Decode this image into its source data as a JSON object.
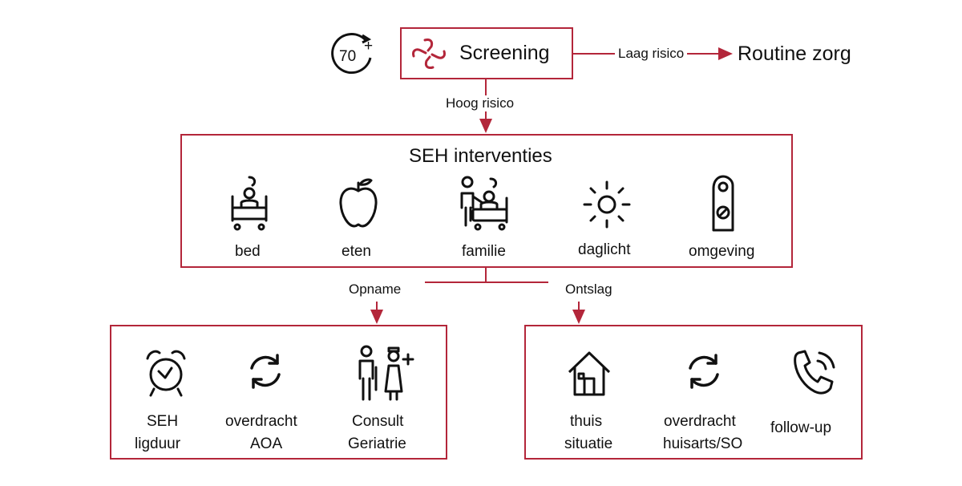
{
  "colors": {
    "accent": "#b3263a",
    "ink": "#111111"
  },
  "age_badge": {
    "icon": "age-70-plus-icon",
    "text": "70",
    "plus": "+"
  },
  "screening": {
    "label": "Screening",
    "icon": "cross-arrows-icon"
  },
  "edges": {
    "low_risk": "Laag risico",
    "high_risk": "Hoog risico",
    "admission": "Opname",
    "discharge": "Ontslag"
  },
  "routine_care": "Routine zorg",
  "seh": {
    "title": "SEH interventies",
    "items": [
      {
        "label": "bed",
        "icon": "hospital-bed-icon"
      },
      {
        "label": "eten",
        "icon": "apple-icon"
      },
      {
        "label": "familie",
        "icon": "family-at-bed-icon"
      },
      {
        "label": "daglicht",
        "icon": "sun-icon"
      },
      {
        "label": "omgeving",
        "icon": "door-hanger-icon"
      }
    ]
  },
  "opname": {
    "items": [
      {
        "label": "SEH\nligduur",
        "icon": "alarm-clock-icon"
      },
      {
        "label": "overdracht\nAOA",
        "icon": "refresh-icon"
      },
      {
        "label": "Consult\nGeriatrie",
        "icon": "patient-nurse-icon"
      }
    ]
  },
  "ontslag": {
    "items": [
      {
        "label": "thuis\nsituatie",
        "icon": "house-icon"
      },
      {
        "label": "overdracht\nhuisarts/SO",
        "icon": "refresh-icon"
      },
      {
        "label": "follow-up",
        "icon": "phone-icon"
      }
    ]
  }
}
